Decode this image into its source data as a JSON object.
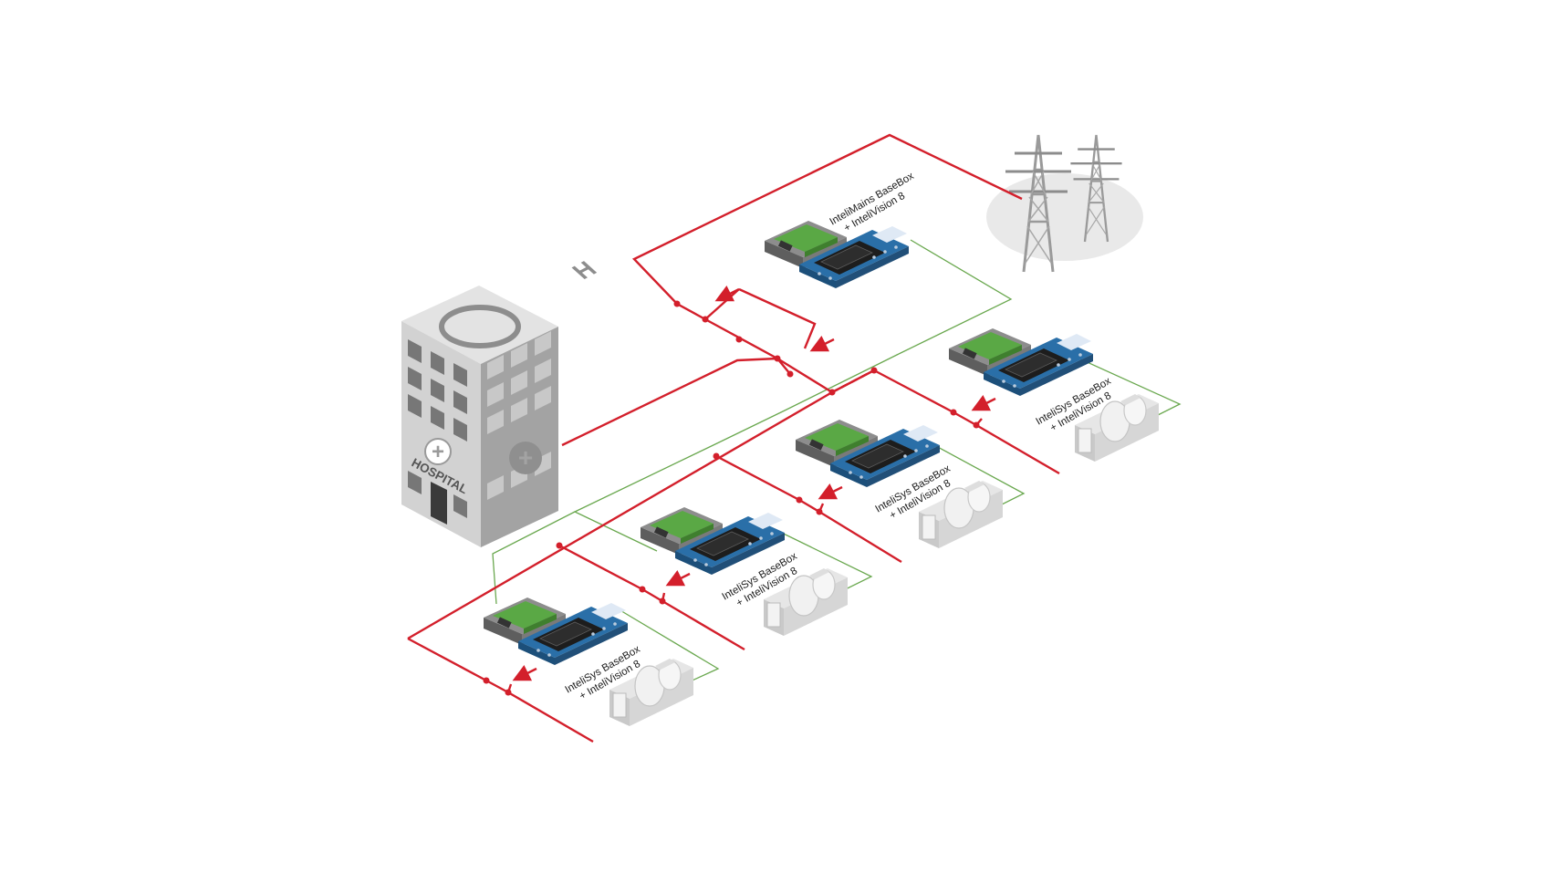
{
  "building": {
    "sign": "HOSPITAL",
    "roof_letter": "H",
    "cross_symbol": "+"
  },
  "mains": {
    "label_line1": "InteliMains BaseBox",
    "label_line2": "+ InteliVision 8"
  },
  "gensets": [
    {
      "label_line1": "InteliSys BaseBox",
      "label_line2": "+ InteliVision 8"
    },
    {
      "label_line1": "InteliSys BaseBox",
      "label_line2": "+ InteliVision 8"
    },
    {
      "label_line1": "InteliSys BaseBox",
      "label_line2": "+ InteliVision 8"
    },
    {
      "label_line1": "InteliSys BaseBox",
      "label_line2": "+ InteliVision 8"
    }
  ],
  "colors": {
    "power_line": "#d31f2b",
    "control_line": "#6aa84f",
    "controller_body": "#2a6fa8",
    "module_green": "#5aa845",
    "building_gray": "#bfbfbf"
  },
  "icons": [
    "hospital-building",
    "power-pylon-icon",
    "controller-module-icon",
    "genset-engine-icon",
    "switch-icon",
    "arrow-icon"
  ]
}
